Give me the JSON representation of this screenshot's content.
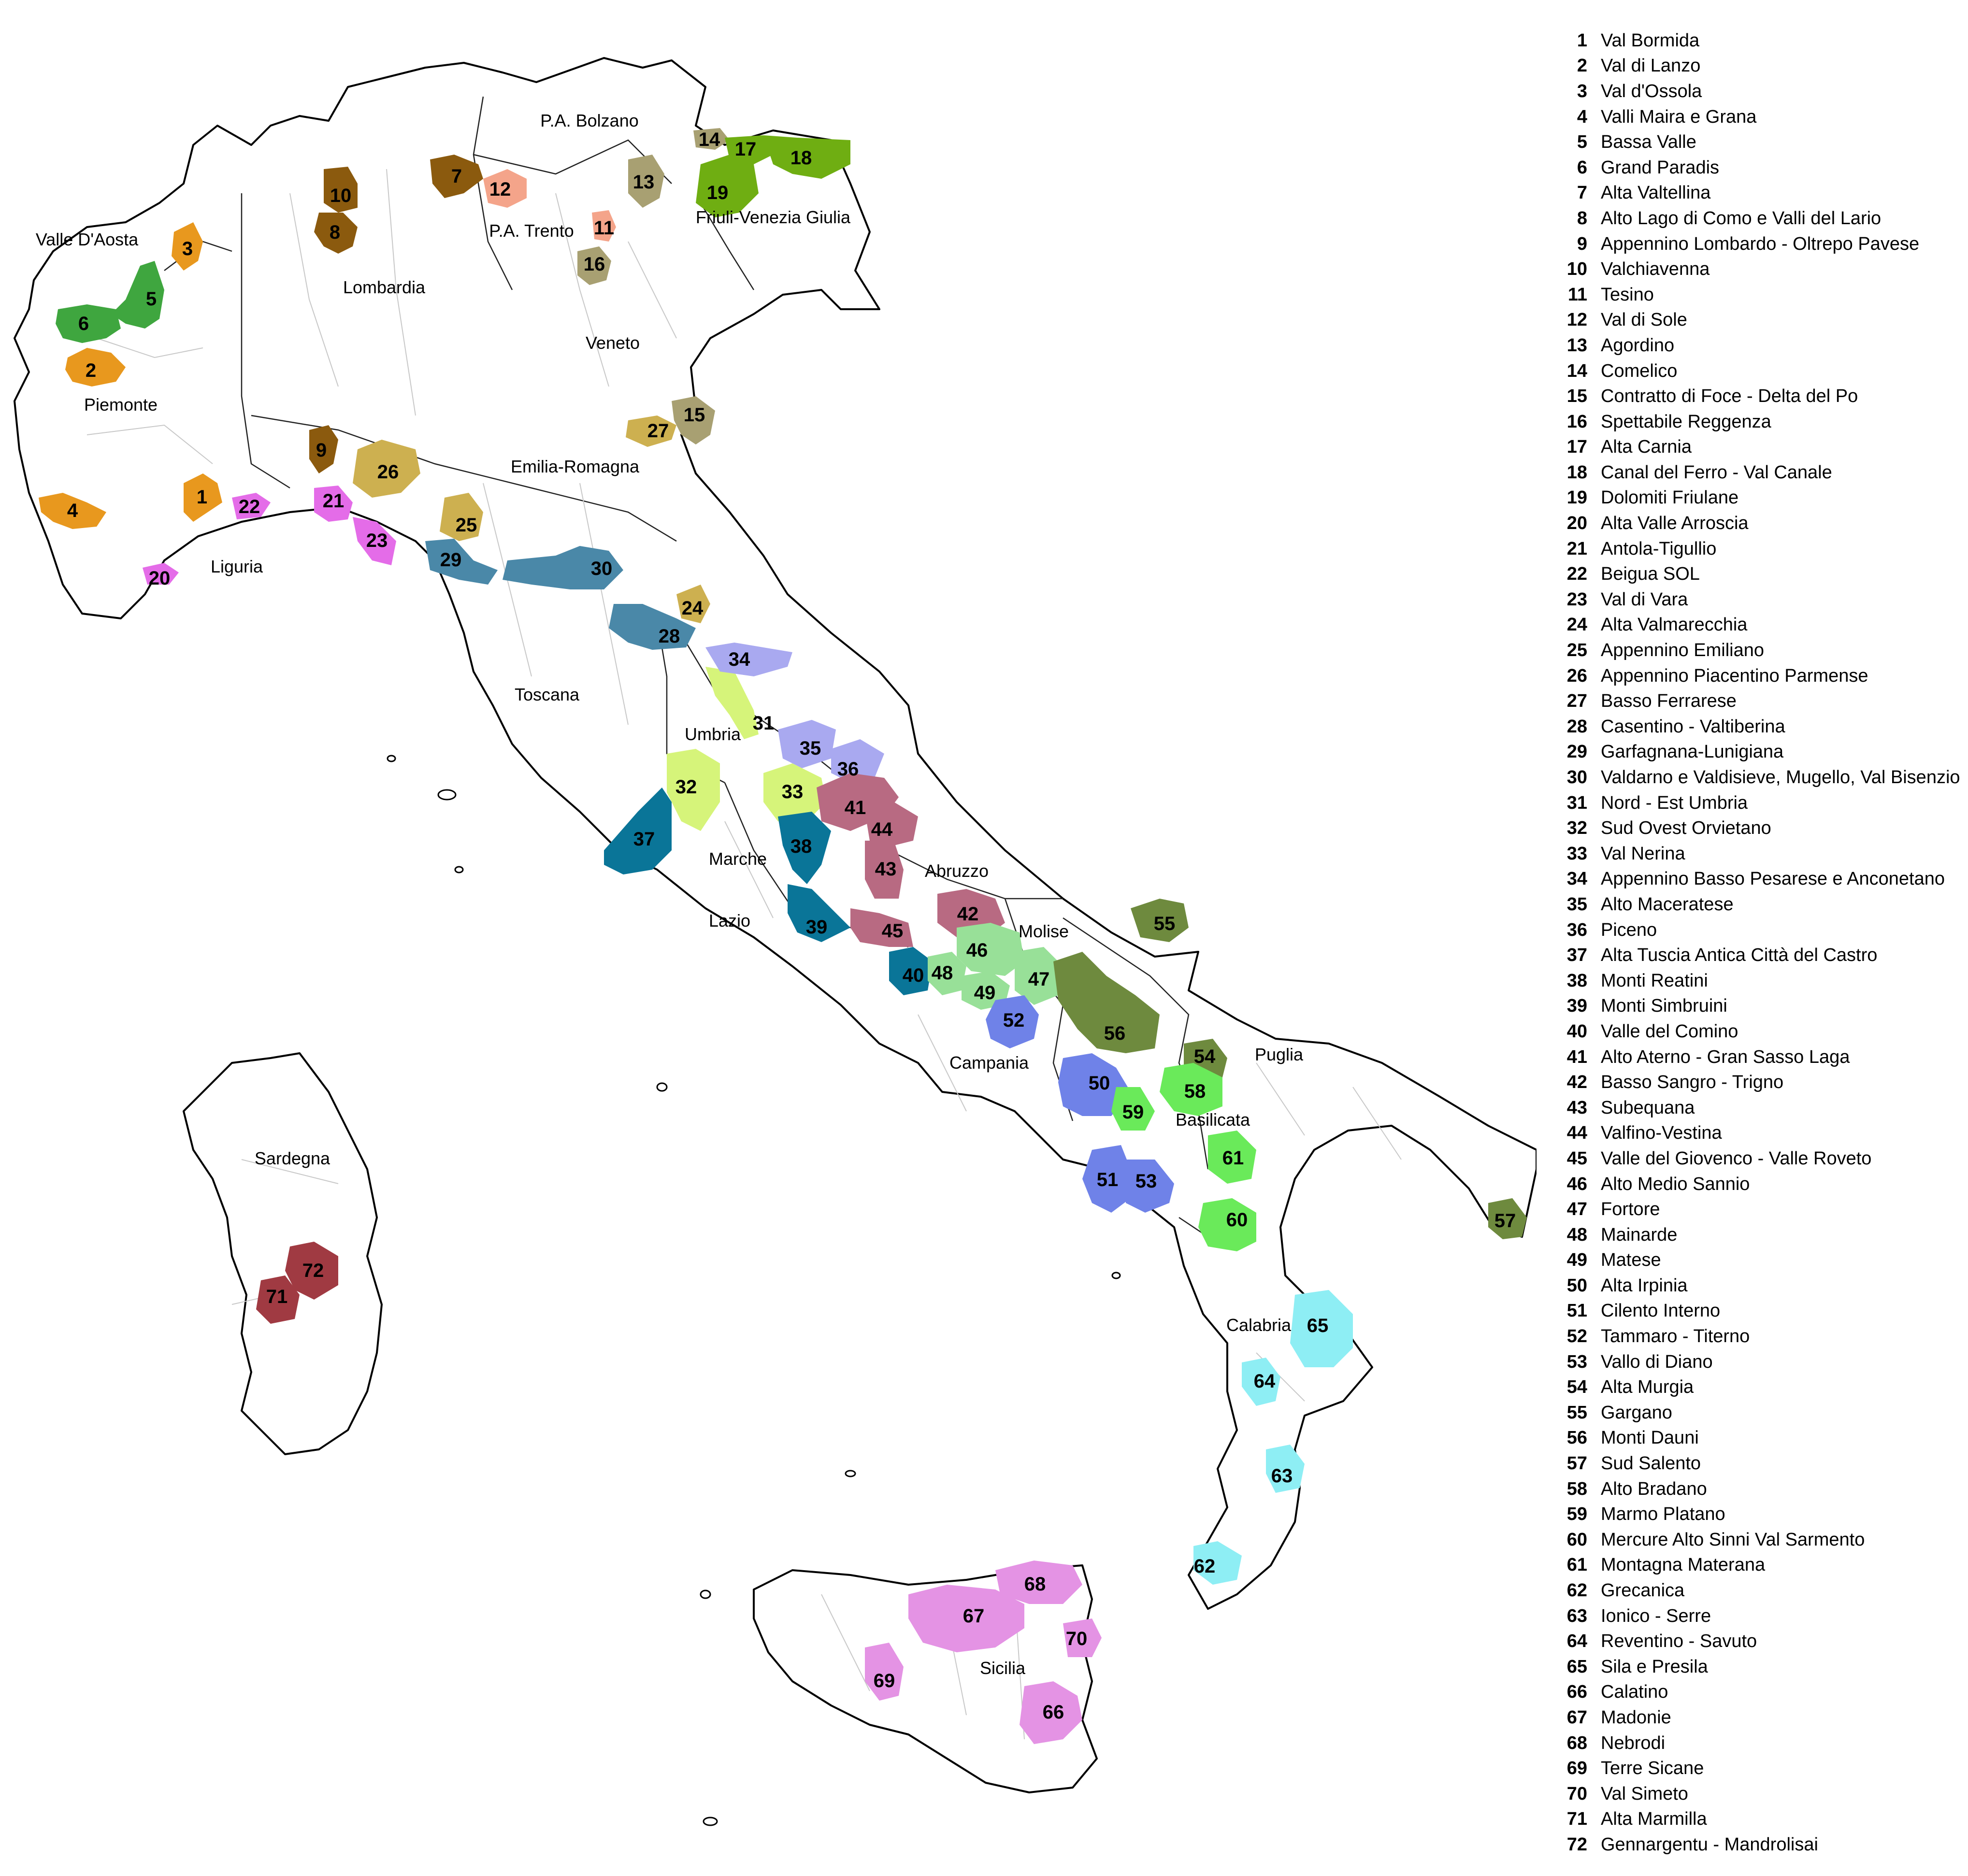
{
  "regions": [
    {
      "name": "Valle D'Aosta"
    },
    {
      "name": "Piemonte"
    },
    {
      "name": "Lombardia"
    },
    {
      "name": "P.A. Bolzano"
    },
    {
      "name": "P.A. Trento"
    },
    {
      "name": "Friuli-Venezia Giulia"
    },
    {
      "name": "Veneto"
    },
    {
      "name": "Liguria"
    },
    {
      "name": "Emilia-Romagna"
    },
    {
      "name": "Toscana"
    },
    {
      "name": "Umbria"
    },
    {
      "name": "Marche"
    },
    {
      "name": "Lazio"
    },
    {
      "name": "Abruzzo"
    },
    {
      "name": "Molise"
    },
    {
      "name": "Campania"
    },
    {
      "name": "Puglia"
    },
    {
      "name": "Basilicata"
    },
    {
      "name": "Calabria"
    },
    {
      "name": "Sicilia"
    },
    {
      "name": "Sardegna"
    }
  ],
  "colors": {
    "orange": "#E8981E",
    "green": "#3FA63F",
    "brown": "#8B5A0E",
    "salmon": "#F4A48A",
    "olive_gray": "#A8A072",
    "lime": "#6FAE12",
    "magenta": "#E46CE8",
    "gold": "#CDB050",
    "teal": "#4A88A8",
    "lavender": "#A9A9F0",
    "yellow_green": "#D6F47A",
    "dark_teal": "#0A7598",
    "mauve": "#B86A82",
    "light_green": "#98E098",
    "blue": "#6F82E8",
    "olive": "#6E8A3E",
    "bright_green": "#6AEA5A",
    "cyan": "#8EEEF4",
    "pink": "#E493E4",
    "dark_red": "#A03A42"
  },
  "areas": [
    {
      "num": "1",
      "name": "Val Bormida",
      "color": "#E8981E"
    },
    {
      "num": "2",
      "name": "Val di Lanzo",
      "color": "#E8981E"
    },
    {
      "num": "3",
      "name": "Val d'Ossola",
      "color": "#E8981E"
    },
    {
      "num": "4",
      "name": "Valli Maira e Grana",
      "color": "#E8981E"
    },
    {
      "num": "5",
      "name": "Bassa Valle",
      "color": "#3FA63F"
    },
    {
      "num": "6",
      "name": "Grand Paradis",
      "color": "#3FA63F"
    },
    {
      "num": "7",
      "name": "Alta Valtellina",
      "color": "#8B5A0E"
    },
    {
      "num": "8",
      "name": "Alto Lago di Como e Valli del Lario",
      "color": "#8B5A0E"
    },
    {
      "num": "9",
      "name": "Appennino Lombardo - Oltrepo Pavese",
      "color": "#8B5A0E"
    },
    {
      "num": "10",
      "name": "Valchiavenna",
      "color": "#8B5A0E"
    },
    {
      "num": "11",
      "name": "Tesino",
      "color": "#F4A48A"
    },
    {
      "num": "12",
      "name": "Val di Sole",
      "color": "#F4A48A"
    },
    {
      "num": "13",
      "name": "Agordino",
      "color": "#A8A072"
    },
    {
      "num": "14",
      "name": "Comelico",
      "color": "#A8A072"
    },
    {
      "num": "15",
      "name": "Contratto di Foce - Delta del Po",
      "color": "#A8A072"
    },
    {
      "num": "16",
      "name": "Spettabile Reggenza",
      "color": "#A8A072"
    },
    {
      "num": "17",
      "name": "Alta Carnia",
      "color": "#6FAE12"
    },
    {
      "num": "18",
      "name": "Canal del Ferro - Val Canale",
      "color": "#6FAE12"
    },
    {
      "num": "19",
      "name": "Dolomiti Friulane",
      "color": "#6FAE12"
    },
    {
      "num": "20",
      "name": "Alta Valle Arroscia",
      "color": "#E46CE8"
    },
    {
      "num": "21",
      "name": "Antola-Tigullio",
      "color": "#E46CE8"
    },
    {
      "num": "22",
      "name": "Beigua SOL",
      "color": "#E46CE8"
    },
    {
      "num": "23",
      "name": "Val di Vara",
      "color": "#E46CE8"
    },
    {
      "num": "24",
      "name": "Alta Valmarecchia",
      "color": "#CDB050"
    },
    {
      "num": "25",
      "name": "Appennino Emiliano",
      "color": "#CDB050"
    },
    {
      "num": "26",
      "name": "Appennino Piacentino Parmense",
      "color": "#CDB050"
    },
    {
      "num": "27",
      "name": "Basso Ferrarese",
      "color": "#CDB050"
    },
    {
      "num": "28",
      "name": "Casentino - Valtiberina",
      "color": "#4A88A8"
    },
    {
      "num": "29",
      "name": "Garfagnana-Lunigiana",
      "color": "#4A88A8"
    },
    {
      "num": "30",
      "name": "Valdarno e Valdisieve, Mugello, Val Bisenzio",
      "color": "#4A88A8"
    },
    {
      "num": "31",
      "name": "Nord - Est Umbria",
      "color": "#D6F47A"
    },
    {
      "num": "32",
      "name": "Sud Ovest Orvietano",
      "color": "#D6F47A"
    },
    {
      "num": "33",
      "name": "Val Nerina",
      "color": "#D6F47A"
    },
    {
      "num": "34",
      "name": "Appennino Basso Pesarese e Anconetano",
      "color": "#A9A9F0"
    },
    {
      "num": "35",
      "name": "Alto Maceratese",
      "color": "#A9A9F0"
    },
    {
      "num": "36",
      "name": "Piceno",
      "color": "#A9A9F0"
    },
    {
      "num": "37",
      "name": "Alta Tuscia Antica Città del Castro",
      "color": "#0A7598"
    },
    {
      "num": "38",
      "name": "Monti Reatini",
      "color": "#0A7598"
    },
    {
      "num": "39",
      "name": "Monti Simbruini",
      "color": "#0A7598"
    },
    {
      "num": "40",
      "name": "Valle del Comino",
      "color": "#0A7598"
    },
    {
      "num": "41",
      "name": "Alto Aterno - Gran Sasso Laga",
      "color": "#B86A82"
    },
    {
      "num": "42",
      "name": "Basso Sangro - Trigno",
      "color": "#B86A82"
    },
    {
      "num": "43",
      "name": "Subequana",
      "color": "#B86A82"
    },
    {
      "num": "44",
      "name": "Valfino-Vestina",
      "color": "#B86A82"
    },
    {
      "num": "45",
      "name": "Valle del Giovenco - Valle Roveto",
      "color": "#B86A82"
    },
    {
      "num": "46",
      "name": "Alto Medio Sannio",
      "color": "#98E098"
    },
    {
      "num": "47",
      "name": "Fortore",
      "color": "#98E098"
    },
    {
      "num": "48",
      "name": "Mainarde",
      "color": "#98E098"
    },
    {
      "num": "49",
      "name": "Matese",
      "color": "#98E098"
    },
    {
      "num": "50",
      "name": "Alta Irpinia",
      "color": "#6F82E8"
    },
    {
      "num": "51",
      "name": "Cilento Interno",
      "color": "#6F82E8"
    },
    {
      "num": "52",
      "name": "Tammaro - Titerno",
      "color": "#6F82E8"
    },
    {
      "num": "53",
      "name": "Vallo di Diano",
      "color": "#6F82E8"
    },
    {
      "num": "54",
      "name": "Alta Murgia",
      "color": "#6E8A3E"
    },
    {
      "num": "55",
      "name": "Gargano",
      "color": "#6E8A3E"
    },
    {
      "num": "56",
      "name": "Monti Dauni",
      "color": "#6E8A3E"
    },
    {
      "num": "57",
      "name": "Sud Salento",
      "color": "#6E8A3E"
    },
    {
      "num": "58",
      "name": "Alto Bradano",
      "color": "#6AEA5A"
    },
    {
      "num": "59",
      "name": "Marmo Platano",
      "color": "#6AEA5A"
    },
    {
      "num": "60",
      "name": "Mercure Alto Sinni Val Sarmento",
      "color": "#6AEA5A"
    },
    {
      "num": "61",
      "name": "Montagna Materana",
      "color": "#6AEA5A"
    },
    {
      "num": "62",
      "name": "Grecanica",
      "color": "#8EEEF4"
    },
    {
      "num": "63",
      "name": "Ionico - Serre",
      "color": "#8EEEF4"
    },
    {
      "num": "64",
      "name": "Reventino - Savuto",
      "color": "#8EEEF4"
    },
    {
      "num": "65",
      "name": "Sila e Presila",
      "color": "#8EEEF4"
    },
    {
      "num": "66",
      "name": "Calatino",
      "color": "#E493E4"
    },
    {
      "num": "67",
      "name": "Madonie",
      "color": "#E493E4"
    },
    {
      "num": "68",
      "name": "Nebrodi",
      "color": "#E493E4"
    },
    {
      "num": "69",
      "name": "Terre Sicane",
      "color": "#E493E4"
    },
    {
      "num": "70",
      "name": "Val Simeto",
      "color": "#E493E4"
    },
    {
      "num": "71",
      "name": "Alta Marmilla",
      "color": "#A03A42"
    },
    {
      "num": "72",
      "name": "Gennargentu - Mandrolisai",
      "color": "#A03A42"
    }
  ]
}
